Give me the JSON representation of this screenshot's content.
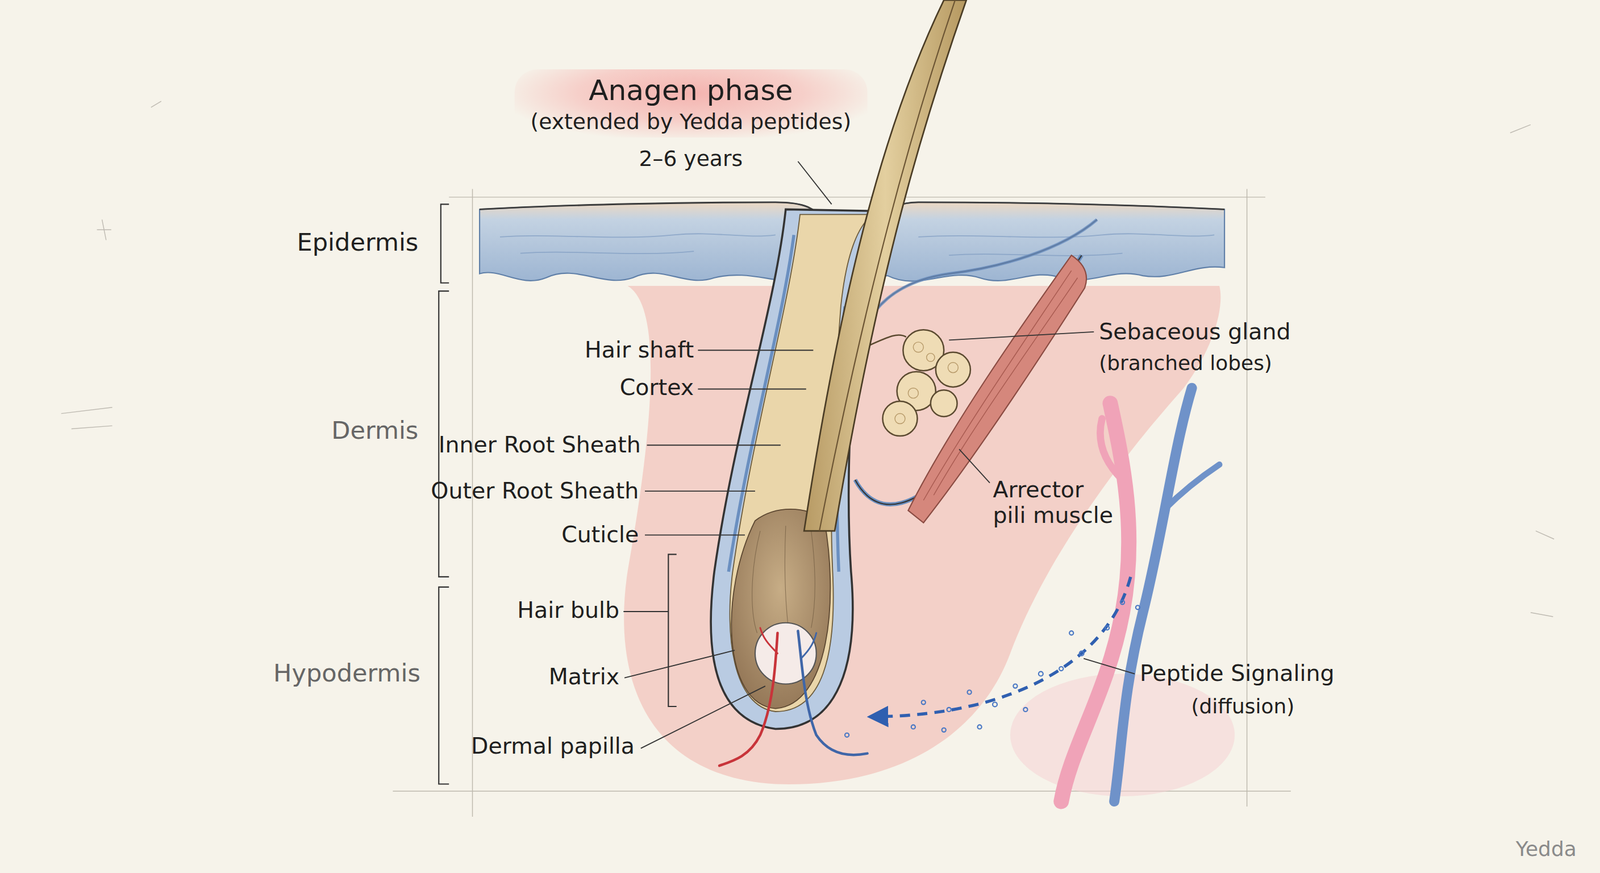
{
  "diagram": {
    "nodes": [
      {
        "text": [
          "Anagen phase",
          "(extended by Yedda peptides)"
        ]
      }
    ],
    "labels": [
      "2–6 years",
      "Epidermis",
      "Dermis",
      "Hypodermis",
      "Hair shaft",
      "Cortex",
      "Inner Root Sheath",
      "Outer Root Sheath",
      "Cuticle",
      "Hair bulb",
      "Matrix",
      "Dermal papilla",
      "Sebaceous gland",
      "(branched lobes)",
      "Arrector pili muscle",
      "Peptide Signaling",
      "(diffusion)",
      "Yedda"
    ]
  }
}
